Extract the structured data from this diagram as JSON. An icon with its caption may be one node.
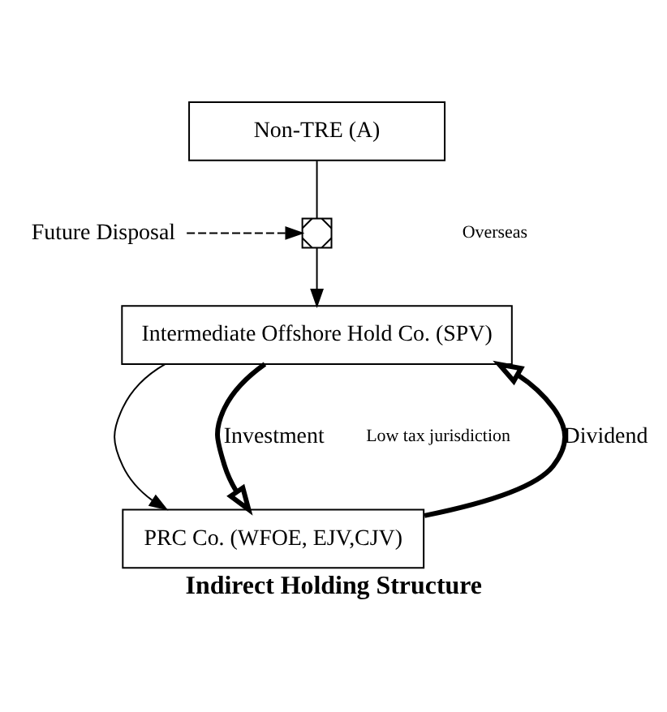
{
  "diagram": {
    "caption": "Indirect Holding Structure",
    "nodes": [
      {
        "text": [
          "Non-TRE (A)"
        ]
      },
      {
        "text": [
          "Future Disposal"
        ]
      },
      {
        "text": [],
        "shape": "cross"
      },
      {
        "text": [
          "Intermediate Offshore Hold Co. (SPV)"
        ]
      },
      {
        "text": [
          "PRC Co. (WFOE, EJV,CJV)"
        ]
      }
    ],
    "edges": [
      {
        "from": 0,
        "to": 2,
        "arrow": "none"
      },
      {
        "from": 2,
        "to": 3,
        "arrow": "to"
      },
      {
        "from": 1,
        "to": 2,
        "arrow": "to",
        "style": "dashed"
      },
      {
        "from": 3,
        "to": 4,
        "arrow": "to"
      },
      {
        "from": 3,
        "to": 4,
        "arrow": "to",
        "label": "Investment",
        "style": "thick"
      },
      {
        "from": 4,
        "to": 3,
        "arrow": "to",
        "label": "Dividend",
        "style": "thick"
      }
    ],
    "labels": [
      "Overseas",
      "Low tax jurisdiction"
    ]
  }
}
